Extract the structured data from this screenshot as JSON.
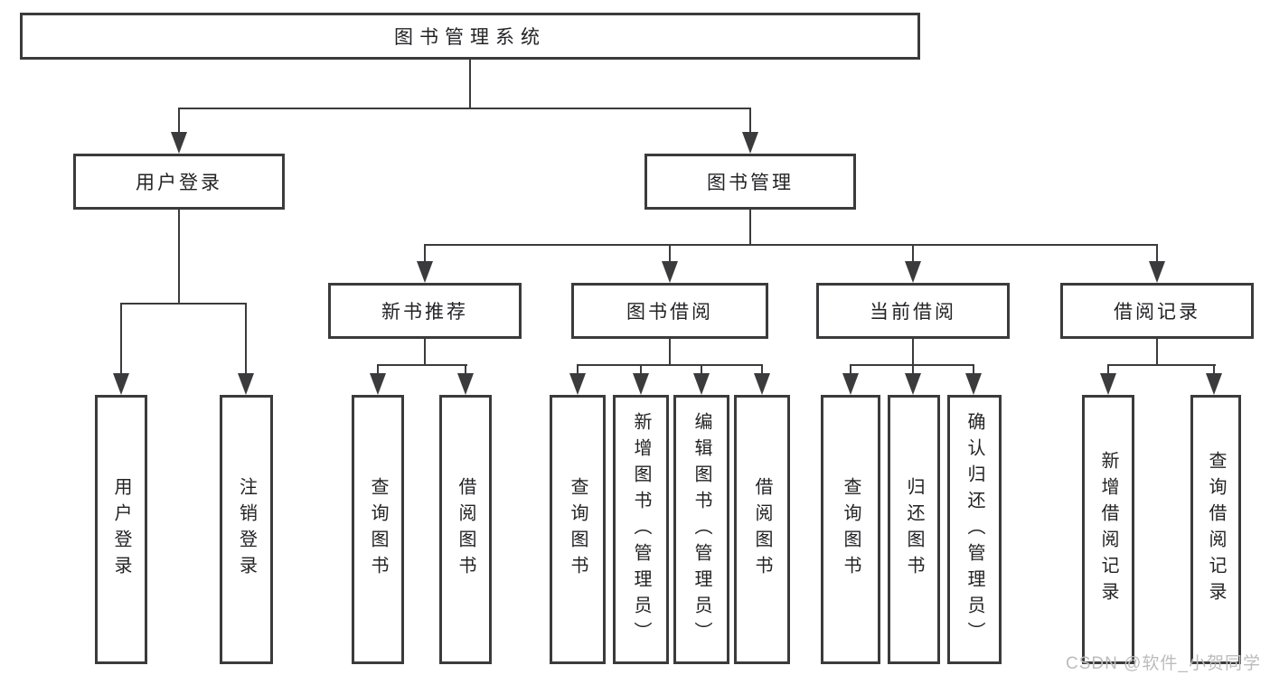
{
  "tree": {
    "root": {
      "label": "图书管理系统",
      "children": [
        {
          "label": "用户登录",
          "children": [
            {
              "label": "用户登录"
            },
            {
              "label": "注销登录"
            }
          ]
        },
        {
          "label": "图书管理",
          "children": [
            {
              "label": "新书推荐",
              "children": [
                {
                  "label": "查询图书"
                },
                {
                  "label": "借阅图书"
                }
              ]
            },
            {
              "label": "图书借阅",
              "children": [
                {
                  "label": "查询图书"
                },
                {
                  "label": "新增图书（管理员）"
                },
                {
                  "label": "编辑图书（管理员）"
                },
                {
                  "label": "借阅图书"
                }
              ]
            },
            {
              "label": "当前借阅",
              "children": [
                {
                  "label": "查询图书"
                },
                {
                  "label": "归还图书"
                },
                {
                  "label": "确认归还（管理员）"
                }
              ]
            },
            {
              "label": "借阅记录",
              "children": [
                {
                  "label": "新增借阅记录"
                },
                {
                  "label": "查询借阅记录"
                }
              ]
            }
          ]
        }
      ]
    }
  },
  "watermark": "CSDN @软件_小贺同学",
  "colors": {
    "line": "#3b3b3d",
    "text": "#232326",
    "background": "#ffffff",
    "watermark": "#bcbcbc"
  }
}
